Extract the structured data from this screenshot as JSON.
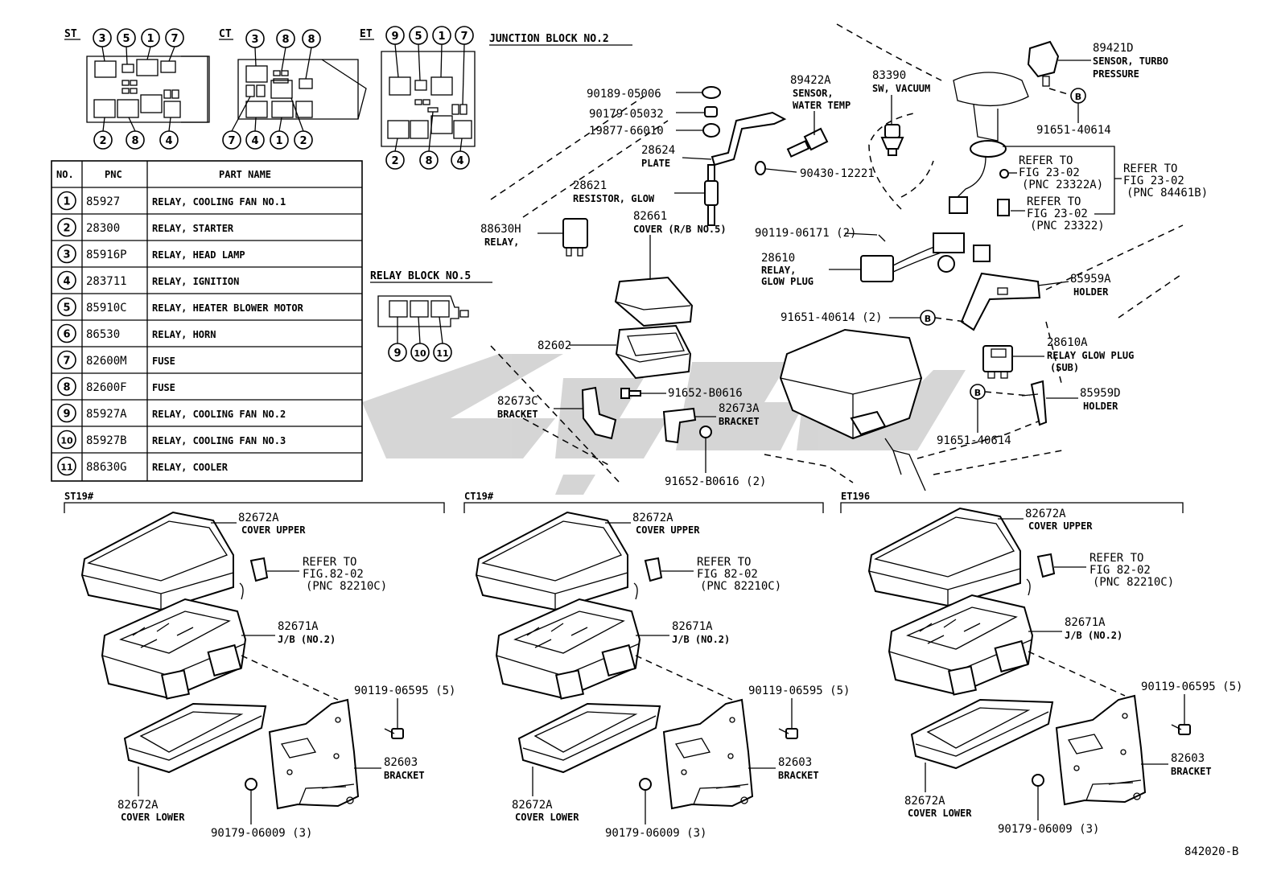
{
  "variants": {
    "st": "ST",
    "ct": "CT",
    "et": "ET"
  },
  "headings": {
    "junction_block": "JUNCTION BLOCK NO.2",
    "relay_block": "RELAY BLOCK NO.5"
  },
  "st_numbers": {
    "top": [
      "3",
      "5",
      "1",
      "7"
    ],
    "bottom": [
      "2",
      "8",
      "4"
    ]
  },
  "ct_numbers": {
    "top": [
      "3",
      "8",
      "8"
    ],
    "bottom": [
      "7",
      "4",
      "1",
      "2"
    ]
  },
  "et_numbers": {
    "top": [
      "9",
      "5",
      "1",
      "7"
    ],
    "bottom": [
      "2",
      "8",
      "4"
    ]
  },
  "rb_numbers": [
    "9",
    "10",
    "11"
  ],
  "table": {
    "headers": [
      "NO.",
      "PNC",
      "PART NAME"
    ],
    "rows": [
      {
        "no": "1",
        "pnc": "85927",
        "name": "RELAY, COOLING FAN NO.1"
      },
      {
        "no": "2",
        "pnc": "28300",
        "name": "RELAY, STARTER"
      },
      {
        "no": "3",
        "pnc": "85916P",
        "name": "RELAY, HEAD LAMP"
      },
      {
        "no": "4",
        "pnc": "283711",
        "name": "RELAY, IGNITION"
      },
      {
        "no": "5",
        "pnc": "85910C",
        "name": "RELAY, HEATER BLOWER MOTOR"
      },
      {
        "no": "6",
        "pnc": "86530",
        "name": "RELAY, HORN"
      },
      {
        "no": "7",
        "pnc": "82600M",
        "name": "FUSE"
      },
      {
        "no": "8",
        "pnc": "82600F",
        "name": "FUSE"
      },
      {
        "no": "9",
        "pnc": "85927A",
        "name": "RELAY, COOLING FAN NO.2"
      },
      {
        "no": "10",
        "pnc": "85927B",
        "name": "RELAY, COOLING FAN NO.3"
      },
      {
        "no": "11",
        "pnc": "88630G",
        "name": "RELAY, COOLER"
      }
    ]
  },
  "labels": {
    "p90189": "90189-05006",
    "p90179a": "90179-05032",
    "p19877": "19877-66010",
    "p28624": "28624",
    "plate": "PLATE",
    "p28621": "28621",
    "resistor": "RESISTOR, GLOW",
    "p88630h": "88630H",
    "relay": "RELAY,",
    "p89422a": "89422A",
    "sensor": "SENSOR,",
    "water_temp": "WATER TEMP",
    "p90430": "90430-12221",
    "p83390": "83390",
    "sw_vacuum": "SW, VACUUM",
    "p89421d": "89421D",
    "sensor_turbo": "SENSOR, TURBO",
    "pressure": "PRESSURE",
    "p91651a": "91651-40614",
    "refer1a": "REFER TO",
    "refer1b": "FIG 23-02",
    "refer1c": "(PNC 23322A)",
    "refer2a": "REFER TO",
    "refer2b": "FIG 23-02",
    "refer2c": "(PNC 84461B)",
    "refer3a": "REFER TO",
    "refer3b": "FIG 23-02",
    "refer3c": "(PNC 23322)",
    "p90119a": "90119-06171 (2)",
    "p28610": "28610",
    "relay2": "RELAY,",
    "glow_plug": "GLOW PLUG",
    "p82661": "82661",
    "cover_rb": "COVER (R/B NO.5)",
    "p82602": "82602",
    "p82673c": "82673C",
    "bracket1": "BRACKET",
    "p91652a": "91652-B0616",
    "p82673a": "82673A",
    "bracket2": "BRACKET",
    "p91652b": "91652-B0616 (2)",
    "p85959a": "85959A",
    "holder1": "HOLDER",
    "p91651b": "91651-40614 (2)",
    "p28610a": "28610A",
    "relay_glow": "RELAY GLOW PLUG",
    "sub": "(SUB)",
    "p85959d": "85959D",
    "holder2": "HOLDER",
    "p91651c": "91651-40614",
    "b": "B"
  },
  "sections": [
    {
      "model": "ST19#",
      "p82672a_up": "82672A",
      "cover_upper": "COVER UPPER",
      "refer": "REFER TO",
      "fig": "FIG.82-02",
      "pnc": "(PNC 82210C)",
      "p82671a": "82671A",
      "jb": "J/B (NO.2)",
      "p90119": "90119-06595 (5)",
      "p82603": "82603",
      "bracket": "BRACKET",
      "p82672a_lo": "82672A",
      "cover_lower": "COVER LOWER",
      "p90179": "90179-06009 (3)"
    },
    {
      "model": "CT19#",
      "p82672a_up": "82672A",
      "cover_upper": "COVER UPPER",
      "refer": "REFER TO",
      "fig": "FIG 82-02",
      "pnc": "(PNC 82210C)",
      "p82671a": "82671A",
      "jb": "J/B (NO.2)",
      "p90119": "90119-06595 (5)",
      "p82603": "82603",
      "bracket": "BRACKET",
      "p82672a_lo": "82672A",
      "cover_lower": "COVER LOWER",
      "p90179": "90179-06009 (3)"
    },
    {
      "model": "ET196",
      "p82672a_up": "82672A",
      "cover_upper": "COVER UPPER",
      "refer": "REFER TO",
      "fig": "FIG 82-02",
      "pnc": "(PNC 82210C)",
      "p82671a": "82671A",
      "jb": "J/B (NO.2)",
      "p90119": "90119-06595 (5)",
      "p82603": "82603",
      "bracket": "BRACKET",
      "p82672a_lo": "82672A",
      "cover_lower": "COVER LOWER",
      "p90179": "90179-06009 (3)"
    }
  ],
  "figure_id": "842020-B"
}
